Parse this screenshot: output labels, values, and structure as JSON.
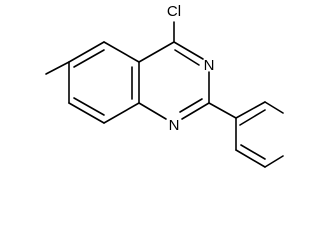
{
  "molecule": {
    "atom_labels": {
      "chlorine": "Cl",
      "nitrogen_3": "N",
      "nitrogen_1": "N"
    }
  },
  "colors": {
    "bond": "#000000",
    "label": "#000000",
    "background": "#ffffff"
  }
}
